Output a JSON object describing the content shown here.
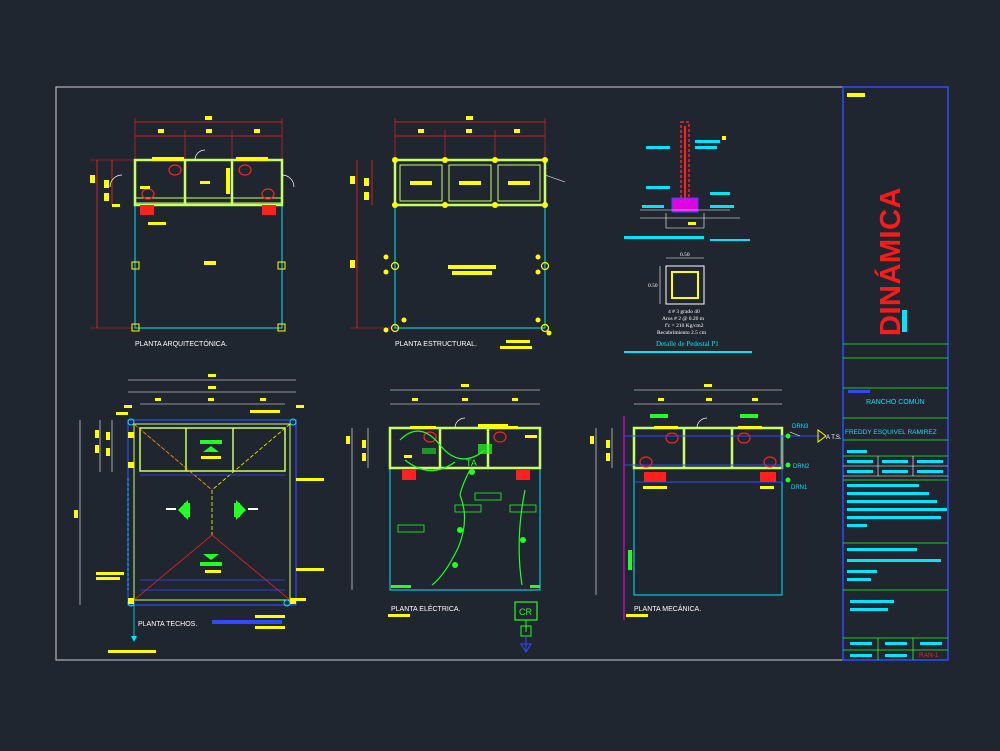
{
  "colors": {
    "background": "#20262f",
    "frame": "#d0d0d0",
    "wall": "#c8ff64",
    "dim": "#ff2020",
    "yellow": "#ffff00",
    "cyan": "#00e5ff",
    "green": "#22ff22",
    "blue": "#2f4bff",
    "white": "#ffffff",
    "magenta": "#ff00ff",
    "logo": "#ff1a1a"
  },
  "drawings": {
    "arquitectonica": "PLANTA ARQUITECTÓNICA.",
    "estructural": "PLANTA ESTRUCTURAL.",
    "techos": "PLANTA TECHOS.",
    "electrica": "PLANTA ELÉCTRICA.",
    "mecanica": "PLANTA MECÁNICA."
  },
  "pedestal": {
    "title": "Detalle de Pedestal P1",
    "dim_top": "0.50",
    "dim_side": "0.50",
    "notes": [
      "4 # 3 grado 40",
      "Aros # 2 @ 0.20 m",
      "f'c = 210 Kg/cm2",
      "Recubrimiento 2.5 cm"
    ]
  },
  "electrica": {
    "panel_tag": "TA",
    "cr_label": "CR"
  },
  "mecanica": {
    "tags": [
      "DRN3",
      "DRN2",
      "DRN1"
    ],
    "arrow_label": "A T.S."
  },
  "title_block": {
    "logo": "DINÁMICA",
    "project": "RANCHO COMÚN",
    "author": "FREDDY ESQUIVEL RAMIREZ",
    "sheet": "RAN-1"
  }
}
